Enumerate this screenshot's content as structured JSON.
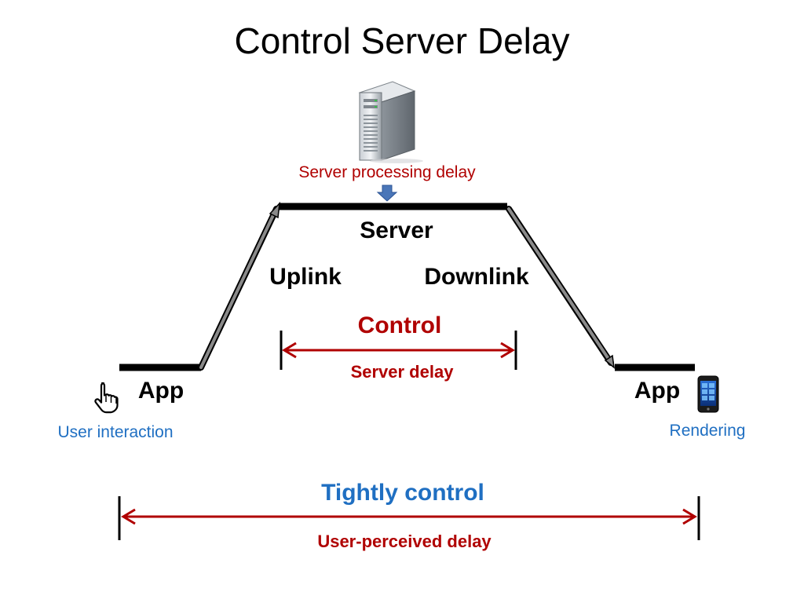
{
  "slide": {
    "title": "Control Server Delay"
  },
  "server": {
    "processing_label": "Server processing delay",
    "label": "Server",
    "icon": "server-tower-icon"
  },
  "links": {
    "uplink": "Uplink",
    "downlink": "Downlink"
  },
  "server_delay": {
    "heading": "Control",
    "label": "Server delay"
  },
  "app_left": {
    "label": "App",
    "caption": "User interaction",
    "icon": "hand-pointer-icon"
  },
  "app_right": {
    "label": "App",
    "caption": "Rendering",
    "icon": "smartphone-icon"
  },
  "user_delay": {
    "heading": "Tightly control",
    "label": "User-perceived delay"
  },
  "colors": {
    "red": "#b00000",
    "blue": "#1f6fc2",
    "arrow_gray": "#8a8a8a",
    "down_arrow_blue": "#4a76b8"
  }
}
